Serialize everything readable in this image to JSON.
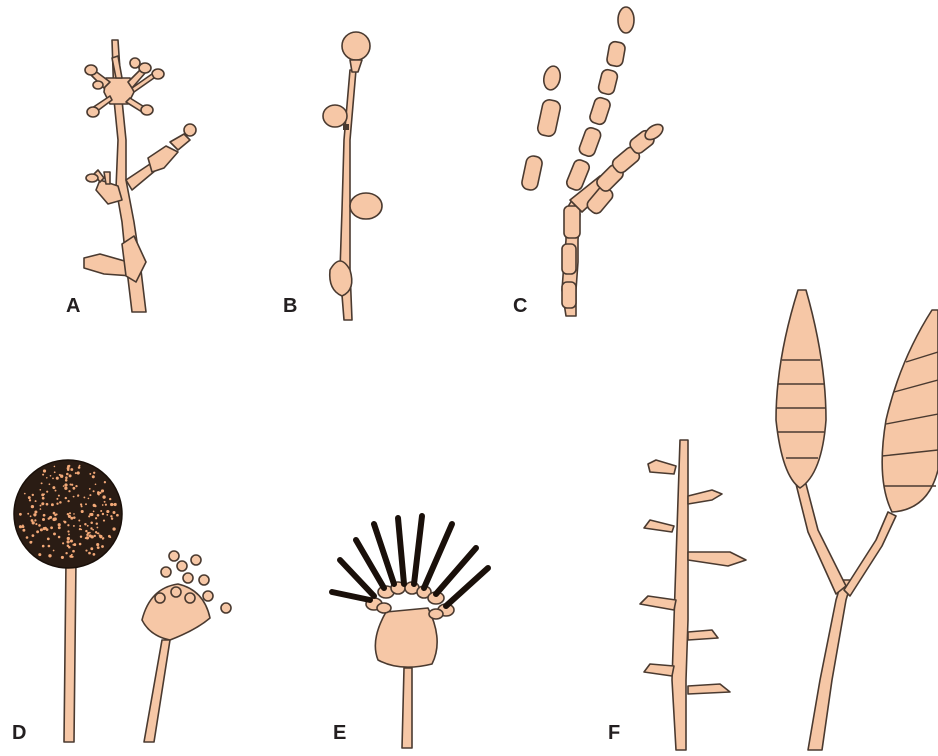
{
  "panels": [
    {
      "id": "A",
      "label": "A"
    },
    {
      "id": "B",
      "label": "B"
    },
    {
      "id": "C",
      "label": "C"
    },
    {
      "id": "D",
      "label": "D"
    },
    {
      "id": "E",
      "label": "E"
    },
    {
      "id": "F",
      "label": "F"
    }
  ],
  "colors": {
    "hypha_fill": "#f6c7a6",
    "outline": "#4a3a30",
    "dark_spore_mass": "#2a1c14",
    "spore_speck": "#f2a877",
    "label": "#231f20"
  }
}
